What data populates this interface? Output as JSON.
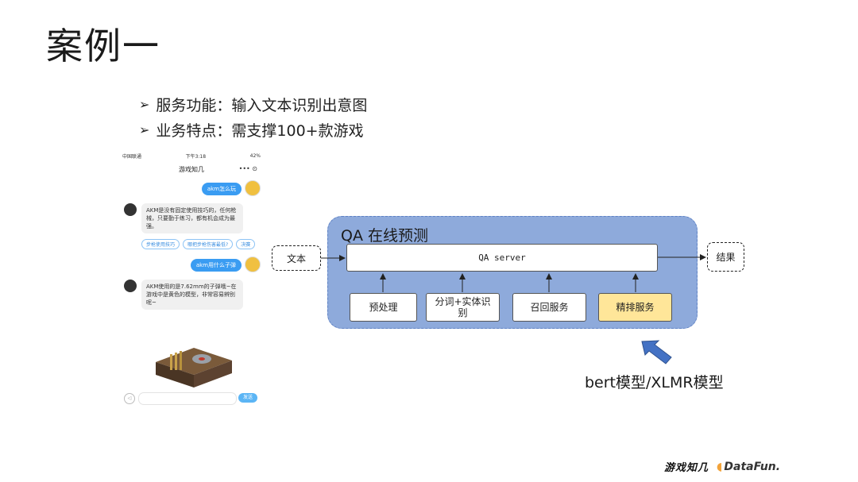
{
  "title": "案例一",
  "bullets": [
    "服务功能：输入文本识别出意图",
    "业务特点：需支撑100+款游戏"
  ],
  "phone": {
    "status_carrier": "中国联通",
    "status_time": "下午3:18",
    "status_battery": "42%",
    "nav_title": "游戏知几",
    "nav_more": "•••",
    "messages": [
      {
        "role": "user",
        "text": "akm怎么玩"
      },
      {
        "role": "bot",
        "text": "AKM是没有固定使用技巧的，任何枪械，只要勤于练习，都有机会成为最强。"
      },
      {
        "role": "user",
        "text": "akm用什么子弹"
      },
      {
        "role": "bot",
        "text": "AKM使用的是7.62mm的子弹哦~在游戏中是黄色的模型，非常容易辨别呢~"
      }
    ],
    "chips": [
      "步枪使用技巧",
      "哪把步枪伤害最低?",
      "决赛"
    ],
    "send_label": "发送"
  },
  "diagram": {
    "panel_title": "QA 在线预测",
    "server_label": "QA server",
    "input_label": "文本",
    "output_label": "结果",
    "modules": [
      {
        "label": "预处理",
        "highlight": false
      },
      {
        "label": "分词+实体识别",
        "highlight": false
      },
      {
        "label": "召回服务",
        "highlight": false
      },
      {
        "label": "精排服务",
        "highlight": true
      }
    ],
    "model_label": "bert模型/XLMR模型",
    "colors": {
      "panel": "#8eaadb",
      "highlight": "#ffe699",
      "arrow": "#4472c4"
    }
  },
  "logos": {
    "game": "游戏知几",
    "datafun": "DataFun."
  }
}
